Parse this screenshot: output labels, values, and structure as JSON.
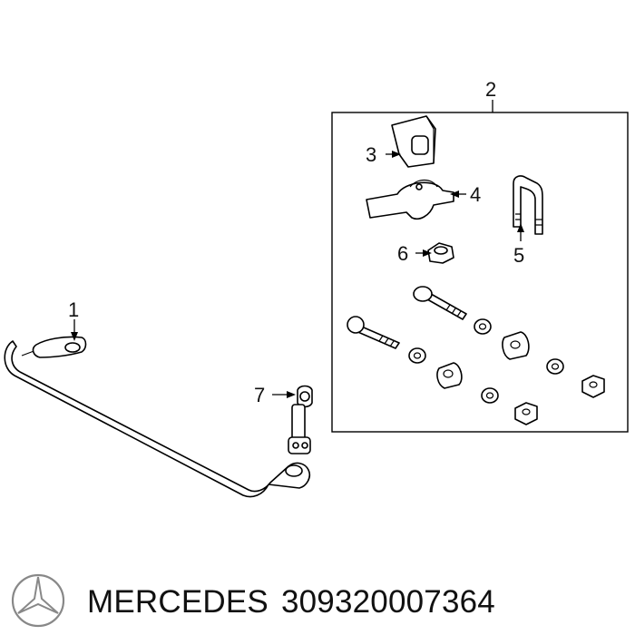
{
  "callouts": {
    "part_1": "1",
    "part_2": "2",
    "part_3": "3",
    "part_4": "4",
    "part_5": "5",
    "part_6": "6",
    "part_7": "7"
  },
  "footer": {
    "brand": "MERCEDES",
    "part_number": "309320007364"
  }
}
